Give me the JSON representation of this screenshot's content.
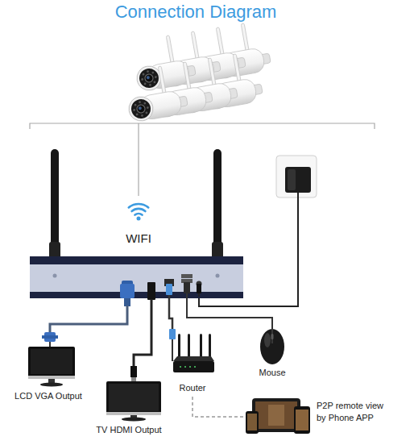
{
  "diagram": {
    "title": "Connection Diagram",
    "nodes": [
      {
        "text": [
          "WIFI"
        ]
      },
      {
        "text": [
          "LCD VGA Output"
        ]
      },
      {
        "text": [
          "TV HDMI Output"
        ]
      },
      {
        "text": [
          "Router"
        ]
      },
      {
        "text": [
          "Mouse"
        ]
      },
      {
        "text": [
          "P2P remote view by Phone APP"
        ]
      }
    ],
    "edges": [
      {
        "from": 0,
        "to": 1,
        "arrow": "none"
      },
      {
        "from": 0,
        "to": 2,
        "arrow": "none"
      },
      {
        "from": 0,
        "to": 3,
        "arrow": "none"
      },
      {
        "from": 0,
        "to": 4,
        "arrow": "none"
      },
      {
        "from": 3,
        "to": 5,
        "arrow": "none"
      }
    ]
  }
}
